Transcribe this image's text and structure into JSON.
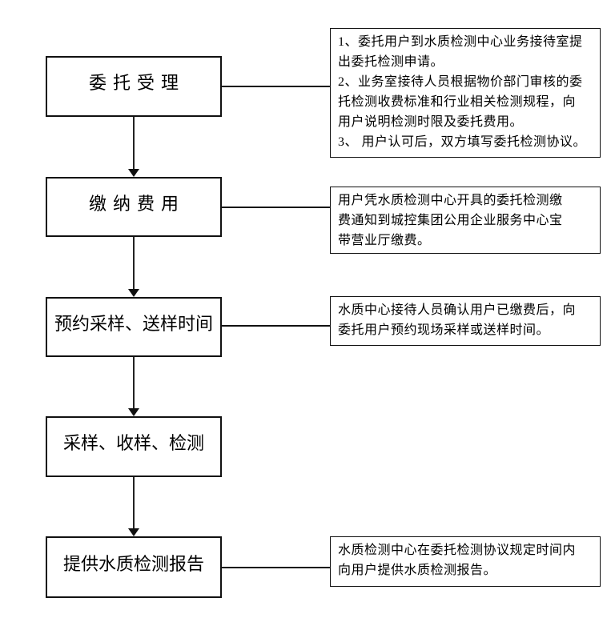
{
  "flowchart": {
    "colors": {
      "line": "#111111",
      "background": "#ffffff",
      "box_border": "#111111",
      "text": "#000000"
    },
    "steps": [
      {
        "label": "委托受理"
      },
      {
        "label": "缴纳费用"
      },
      {
        "label": "预约采样、送样时间"
      },
      {
        "label": "采样、收样、检测"
      },
      {
        "label": "提供水质检测报告"
      }
    ],
    "notes": [
      {
        "lines": [
          "1、委托用户到水质检测中心业务接待室提",
          "出委托检测申请。",
          "2、业务室接待人员根据物价部门审核的委",
          "托检测收费标准和行业相关检测规程，向",
          "用户说明检测时限及委托费用。",
          "3、 用户认可后，双方填写委托检测协议。"
        ]
      },
      {
        "lines": [
          "用户凭水质检测中心开具的委托检测缴",
          "费通知到城控集团公用企业服务中心宝",
          "带营业厅缴费。"
        ]
      },
      {
        "lines": [
          "水质中心接待人员确认用户已缴费后，向",
          "委托用户预约现场采样或送样时间。"
        ]
      },
      {
        "lines": [
          "水质检测中心在委托检测协议规定时间内",
          "向用户提供水质检测报告。"
        ]
      }
    ]
  }
}
